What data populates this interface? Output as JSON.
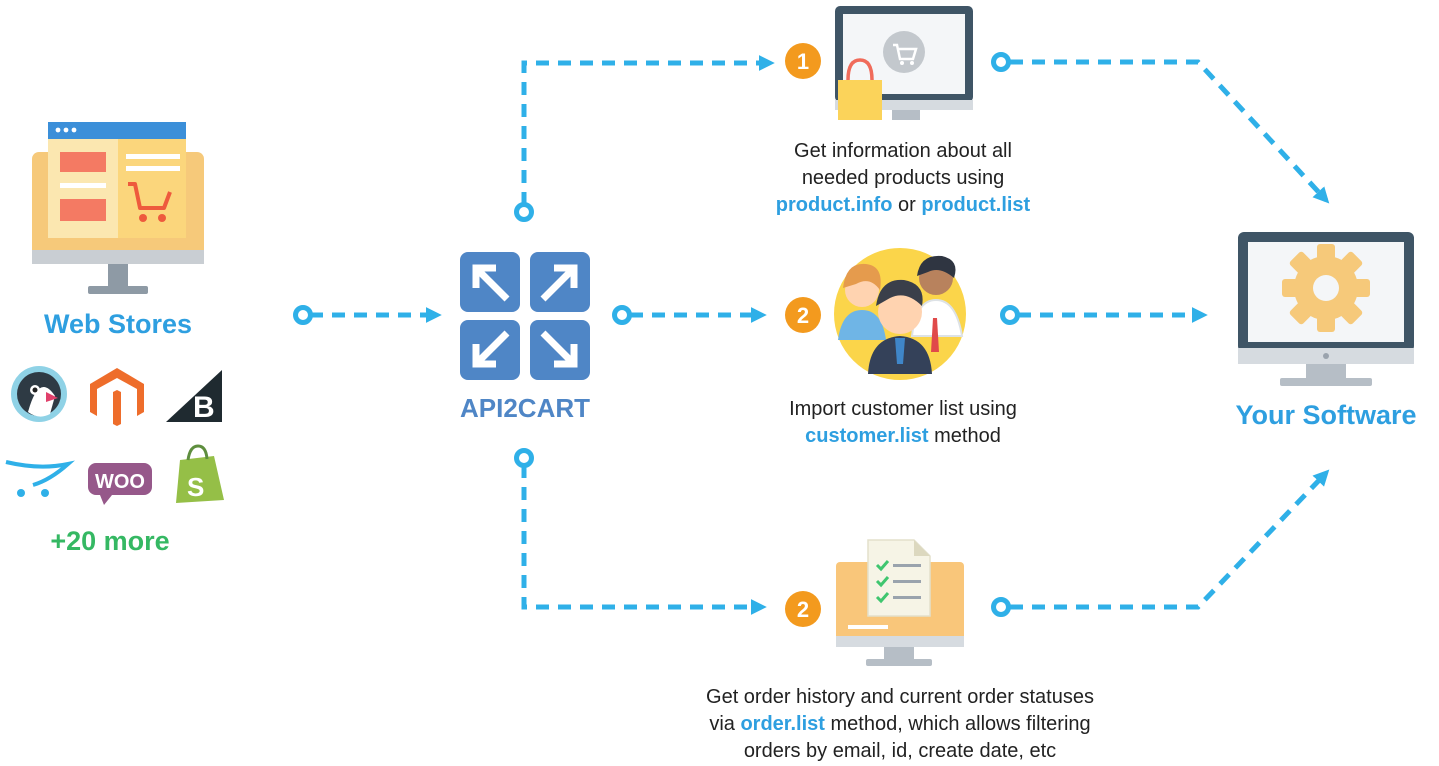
{
  "web_stores": {
    "title": "Web Stores",
    "platforms": [
      "prestashop-icon",
      "magento-icon",
      "bigcommerce-icon",
      "opencart-icon",
      "woocommerce-icon",
      "shopify-icon"
    ],
    "woo_text": "WOO",
    "more": "+20 more"
  },
  "api": {
    "title": "API2CART"
  },
  "software": {
    "title": "Your Software"
  },
  "steps": [
    {
      "badge": "1",
      "line1": "Get information about all",
      "line2": "needed products using",
      "method_a": "product.info",
      "joiner": " or ",
      "method_b": "product.list"
    },
    {
      "badge": "2",
      "line1": "Import customer list using",
      "method": "customer.list",
      "line2_tail": " method"
    },
    {
      "badge": "2",
      "line1": "Get order history and current order statuses",
      "line2_head": "via ",
      "method": "order.list",
      "line2_tail": " method, which allows filtering",
      "line3": "orders by email, id, create date, etc"
    }
  ],
  "colors": {
    "connector": "#2fb0e8",
    "badge": "#f39a1e",
    "api_blue": "#4f86c6",
    "accent_blue": "#2e9fe0",
    "green": "#35b863",
    "monitor_dark": "#3f5566"
  }
}
